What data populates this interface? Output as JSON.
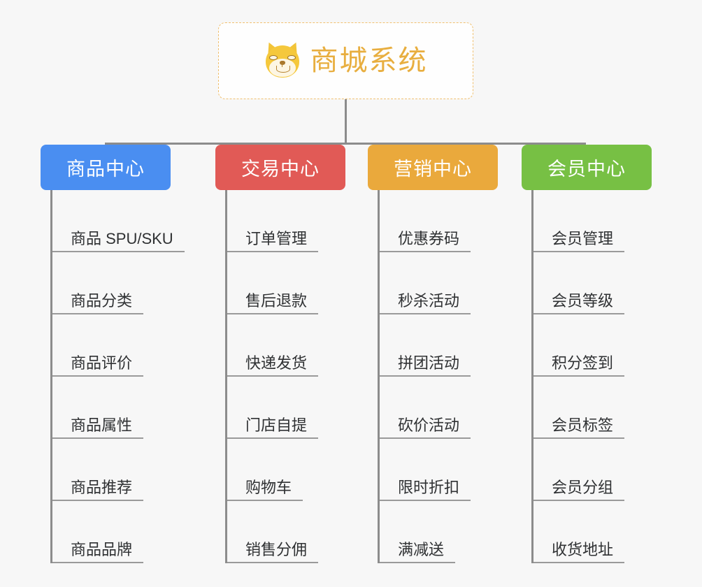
{
  "page": {
    "background_color": "#f7f7f7",
    "connector_color": "#8c8c8c"
  },
  "root": {
    "title": "商城系统",
    "icon": "shiba-dog-face-icon",
    "title_color": "#e8ae3f",
    "border_color": "#f0c070",
    "background_color": "#fefefe"
  },
  "columns": [
    {
      "header": "商品中心",
      "color": "#4a8ef1",
      "items": [
        "商品 SPU/SKU",
        "商品分类",
        "商品评价",
        "商品属性",
        "商品推荐",
        "商品品牌"
      ]
    },
    {
      "header": "交易中心",
      "color": "#e15a56",
      "items": [
        "订单管理",
        "售后退款",
        "快递发货",
        "门店自提",
        "购物车",
        "销售分佣"
      ]
    },
    {
      "header": "营销中心",
      "color": "#eaa93c",
      "items": [
        "优惠券码",
        "秒杀活动",
        "拼团活动",
        "砍价活动",
        "限时折扣",
        "满减送"
      ]
    },
    {
      "header": "会员中心",
      "color": "#77c044",
      "items": [
        "会员管理",
        "会员等级",
        "积分签到",
        "会员标签",
        "会员分组",
        "收货地址"
      ]
    }
  ]
}
